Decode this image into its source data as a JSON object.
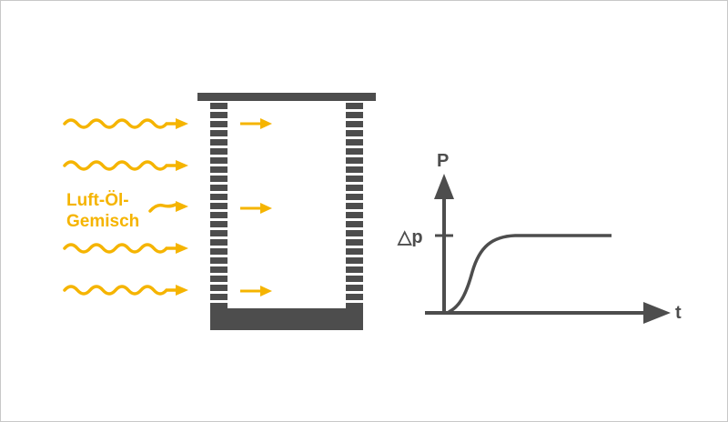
{
  "labels": {
    "mixture_line1": "Luft-Öl-",
    "mixture_line2": "Gemisch",
    "y_axis": "P",
    "x_axis": "t",
    "delta_p": "△p"
  },
  "colors": {
    "accent": "#f5b400",
    "dark": "#4d4d4d",
    "border": "#c8c8c8"
  },
  "icons": [
    "wavy-arrow-icon",
    "arrow-icon",
    "filter-element-icon",
    "pressure-curve-graph"
  ]
}
